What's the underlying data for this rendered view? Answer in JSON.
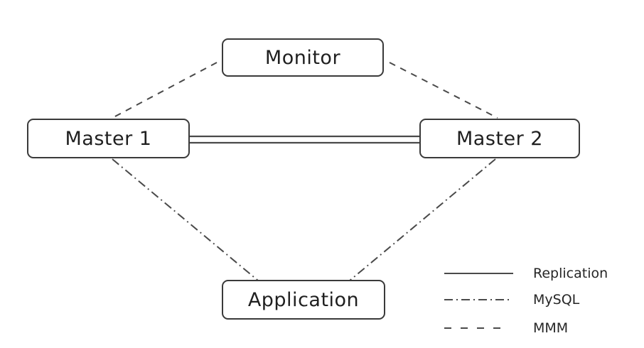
{
  "diagram": {
    "nodes": [
      {
        "id": "monitor",
        "label": "Monitor"
      },
      {
        "id": "master1",
        "label": "Master 1"
      },
      {
        "id": "master2",
        "label": "Master 2"
      },
      {
        "id": "application",
        "label": "Application"
      }
    ],
    "edges": [
      {
        "from": "monitor",
        "to": "master1",
        "type": "MMM",
        "style": "dashed"
      },
      {
        "from": "monitor",
        "to": "master2",
        "type": "MMM",
        "style": "dashed"
      },
      {
        "from": "master1",
        "to": "master2",
        "type": "Replication",
        "style": "double-solid"
      },
      {
        "from": "master1",
        "to": "application",
        "type": "MySQL",
        "style": "dash-dot"
      },
      {
        "from": "master2",
        "to": "application",
        "type": "MySQL",
        "style": "dash-dot"
      }
    ],
    "legend": [
      {
        "label": "Replication",
        "style": "solid"
      },
      {
        "label": "MySQL",
        "style": "dash-dot"
      },
      {
        "label": "MMM",
        "style": "dashed"
      }
    ],
    "colors": {
      "background": "#ffffff",
      "line": "#4a4a4a",
      "box_border": "#3a3a3a",
      "text": "#1f1f1f"
    }
  }
}
